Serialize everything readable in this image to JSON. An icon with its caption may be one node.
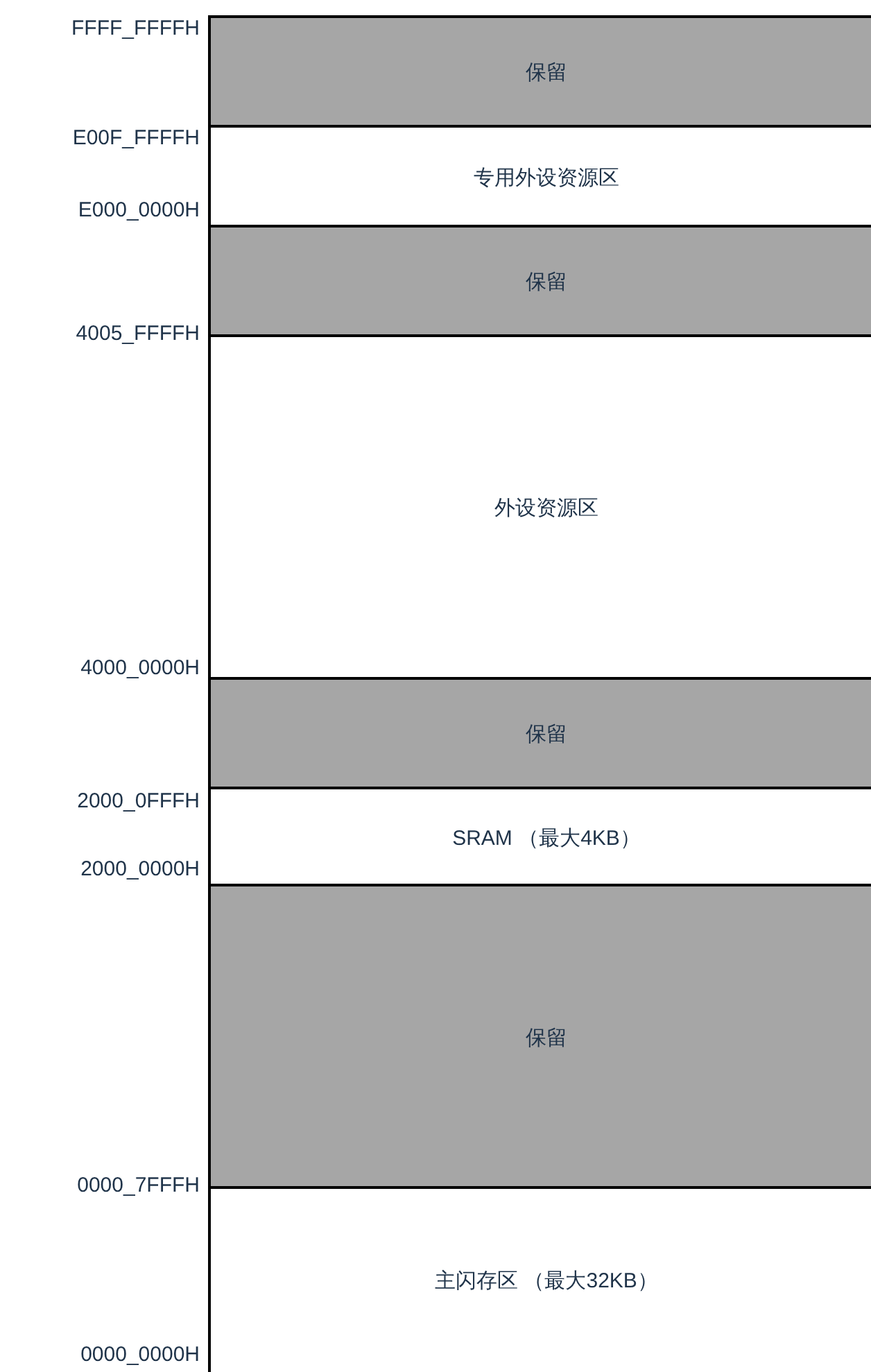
{
  "diagram": {
    "nodes": [
      {
        "text": [
          "保留"
        ]
      },
      {
        "text": [
          "专用外设资源区"
        ]
      },
      {
        "text": [
          "保留"
        ]
      },
      {
        "text": [
          "外设资源区"
        ]
      },
      {
        "text": [
          "保留"
        ]
      },
      {
        "text": [
          "SRAM （最大4KB）"
        ]
      },
      {
        "text": [
          "保留"
        ]
      },
      {
        "text": [
          "主闪存区 （最大32KB）"
        ]
      }
    ],
    "labels": [
      "FFFF_FFFFH",
      "E00F_FFFFH",
      "E000_0000H",
      "4005_FFFFH",
      "4000_0000H",
      "2000_0FFFH",
      "2000_0000H",
      "0000_7FFFH",
      "0000_0000H"
    ]
  }
}
